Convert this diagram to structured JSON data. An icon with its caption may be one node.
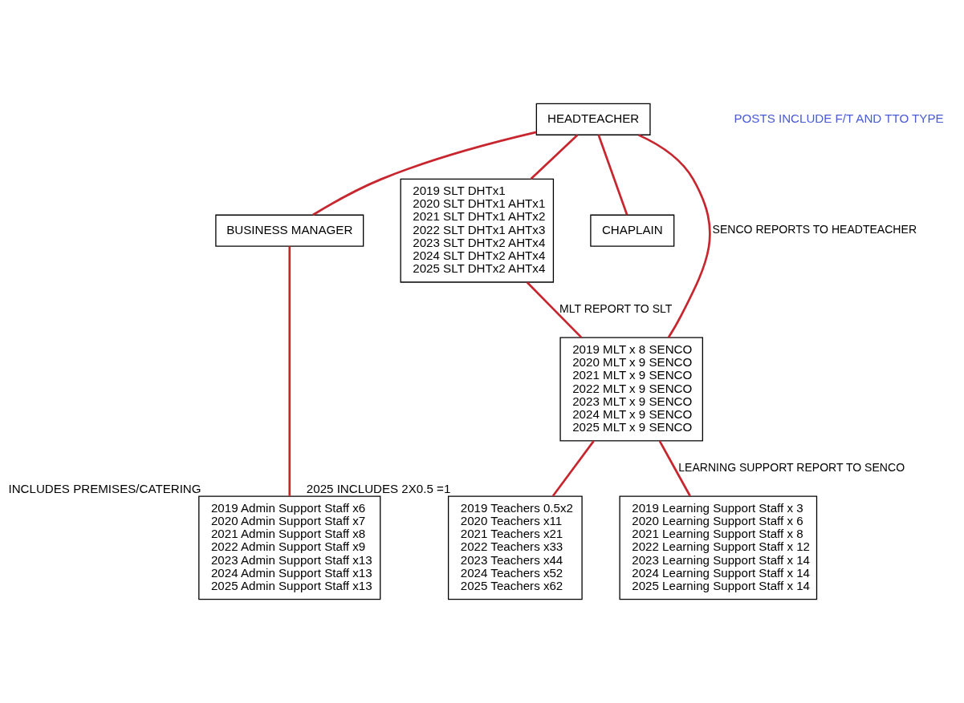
{
  "diagram": {
    "nodes": [
      {
        "text": [
          "HEADTEACHER"
        ]
      },
      {
        "text": [
          "BUSINESS MANAGER"
        ]
      },
      {
        "text": [
          "2019 SLT DHTx1",
          "2020 SLT DHTx1 AHTx1",
          "2021 SLT DHTx1 AHTx2",
          "2022 SLT DHTx1 AHTx3",
          "2023 SLT DHTx2 AHTx4",
          "2024 SLT DHTx2 AHTx4",
          "2025 SLT DHTx2 AHTx4"
        ]
      },
      {
        "text": [
          "CHAPLAIN"
        ]
      },
      {
        "text": [
          "2019 MLT x 8 SENCO",
          "2020 MLT x 9 SENCO",
          "2021 MLT x 9 SENCO",
          "2022 MLT x 9 SENCO",
          "2023 MLT x 9 SENCO",
          "2024 MLT x 9 SENCO",
          "2025 MLT x 9 SENCO"
        ]
      },
      {
        "text": [
          "2019 Admin Support Staff x6",
          "2020 Admin Support Staff x7",
          "2021 Admin Support Staff x8",
          "2022 Admin Support Staff x9",
          "2023 Admin Support Staff x13",
          "2024 Admin Support Staff x13",
          "2025 Admin Support Staff x13"
        ],
        "beside": [
          "INCLUDES PREMISES/CATERING"
        ]
      },
      {
        "text": [
          "2019 Teachers 0.5x2",
          "2020 Teachers x11",
          "2021 Teachers x21",
          "2022 Teachers x33",
          "2023 Teachers x44",
          "2024 Teachers x52",
          "2025 Teachers x62"
        ],
        "beside": [
          "2025 INCLUDES 2X0.5 =1"
        ]
      },
      {
        "text": [
          "2019 Learning Support Staff x 3",
          "2020 Learning Support Staff x 6",
          "2021 Learning Support Staff x 8",
          "2022 Learning Support Staff x 12",
          "2023 Learning Support Staff x 14",
          "2024 Learning Support Staff x 14",
          "2025 Learning Support Staff x 14"
        ]
      }
    ],
    "edges": [
      {
        "from": 0,
        "to": 1,
        "arrow": "none"
      },
      {
        "from": 0,
        "to": 2,
        "arrow": "none"
      },
      {
        "from": 0,
        "to": 3,
        "arrow": "none"
      },
      {
        "from": 2,
        "to": 4,
        "arrow": "none",
        "label": "MLT REPORT TO SLT"
      },
      {
        "from": 0,
        "to": 4,
        "arrow": "none",
        "label": "SENCO REPORTS TO HEADTEACHER"
      },
      {
        "from": 1,
        "to": 5,
        "arrow": "none"
      },
      {
        "from": 4,
        "to": 6,
        "arrow": "none"
      },
      {
        "from": 4,
        "to": 7,
        "arrow": "none",
        "label": "LEARNING SUPPORT REPORT TO SENCO"
      }
    ],
    "labels": [
      "POSTS INCLUDE F/T AND TTO TYPE"
    ]
  }
}
